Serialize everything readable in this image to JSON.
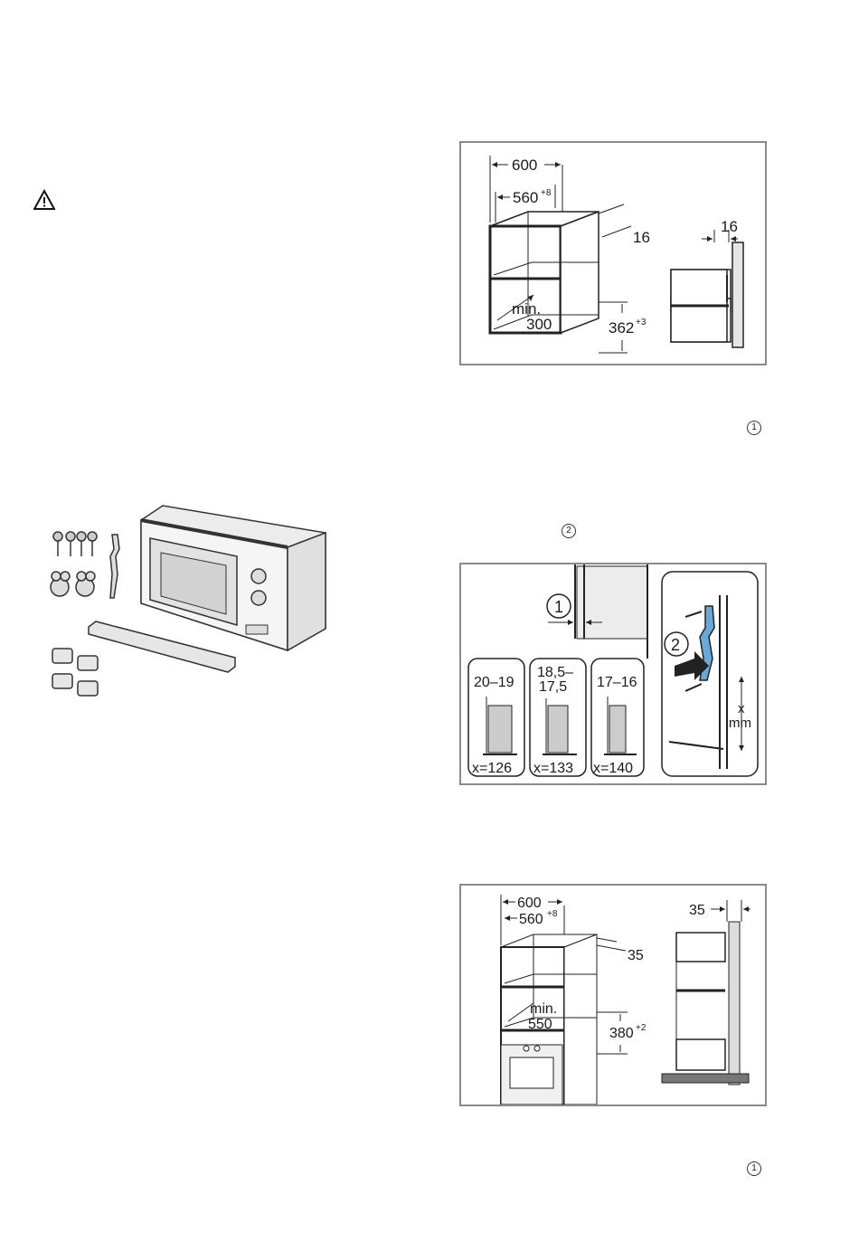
{
  "warning": {
    "icon": "warning-triangle-icon"
  },
  "figure1": {
    "width_outer": "600",
    "width_inner": "560",
    "width_inner_tol": "+8",
    "side_thickness": "16",
    "detail_thickness": "16",
    "min_label": "min.",
    "min_value": "300",
    "height": "362",
    "height_tol": "+3"
  },
  "marker_after_fig1": "1",
  "marker_before_fig2": "2",
  "figure2": {
    "callout1": "1",
    "callout2": "2",
    "panels": [
      {
        "range": "20–19",
        "range2": "",
        "x": "x=126"
      },
      {
        "range": "18,5–",
        "range2": "17,5",
        "x": "x=133"
      },
      {
        "range": "17–16",
        "range2": "",
        "x": "x=140"
      }
    ],
    "x_label": "x",
    "mm_label": "mm"
  },
  "figure3": {
    "width_outer": "600",
    "width_inner": "560",
    "width_inner_tol": "+8",
    "side_thickness": "35",
    "detail_thickness": "35",
    "min_label": "min.",
    "min_value": "550",
    "height": "380",
    "height_tol": "+2"
  },
  "marker_after_fig3": "1"
}
